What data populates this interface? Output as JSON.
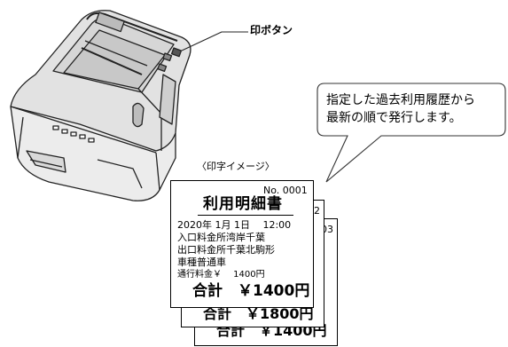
{
  "printer": {
    "button_label": "印ボタン"
  },
  "callout": {
    "lines": [
      "指定した過去利用履歴から",
      "最新の順で発行します。"
    ]
  },
  "preview_caption": "〈印字イメージ〉",
  "receipt": {
    "number": "No. 0001",
    "title": "利用明細書",
    "datetime": "2020年 1月 1日　 12:00",
    "entry": "入口料金所湾岸千葉",
    "exit": "出口料金所千葉北駒形",
    "vehicle": "車種普通車",
    "fare": "通行料金￥　 1400円",
    "total": "合計　￥1400円"
  },
  "back_receipts": [
    {
      "number_suffix": "02",
      "total_fragment": "合計　￥1800円"
    },
    {
      "number_suffix": "03",
      "total_fragment": "合計　￥1400円"
    }
  ]
}
